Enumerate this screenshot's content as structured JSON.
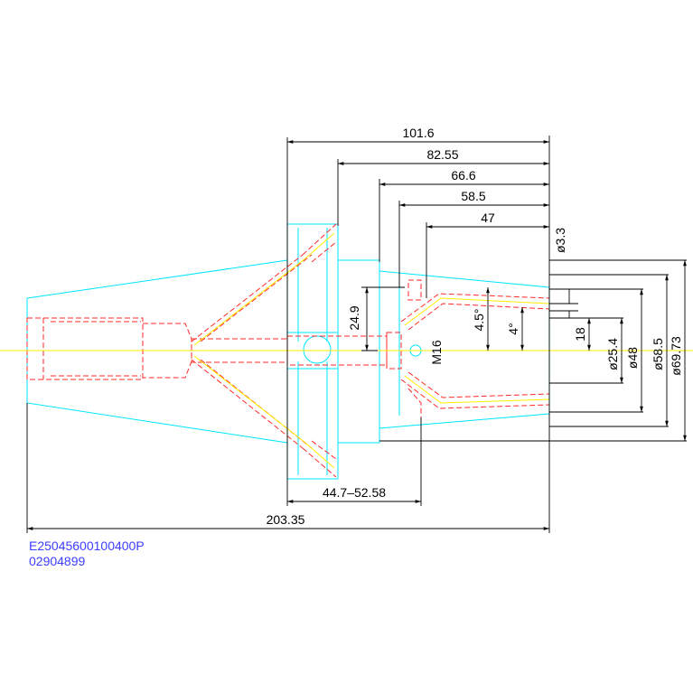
{
  "drawing": {
    "colors": {
      "outline": "#00e5ff",
      "hidden": "#ff2a2a",
      "center": "#ffee00",
      "dimension": "#000000",
      "note": "#3c3cff"
    },
    "dimensions": {
      "d_101_6": "101.6",
      "d_82_55": "82.55",
      "d_66_6": "66.6",
      "d_58_5": "58.5",
      "d_47": "47",
      "d_24_9": "24.9",
      "d_4_5deg": "4.5°",
      "d_4deg": "4°",
      "d_phi3_3": "ø3.3",
      "d_18": "18",
      "d_phi25_4": "ø25.4",
      "d_phi48": "ø48",
      "d_phi58_5": "ø58.5",
      "d_phi69_73": "ø69.73",
      "d_m16": "M16",
      "d_range": "44.7–52.58",
      "d_203_35": "203.35"
    },
    "notes": {
      "part_number": "E25045600100400P",
      "code": "02904899"
    }
  }
}
